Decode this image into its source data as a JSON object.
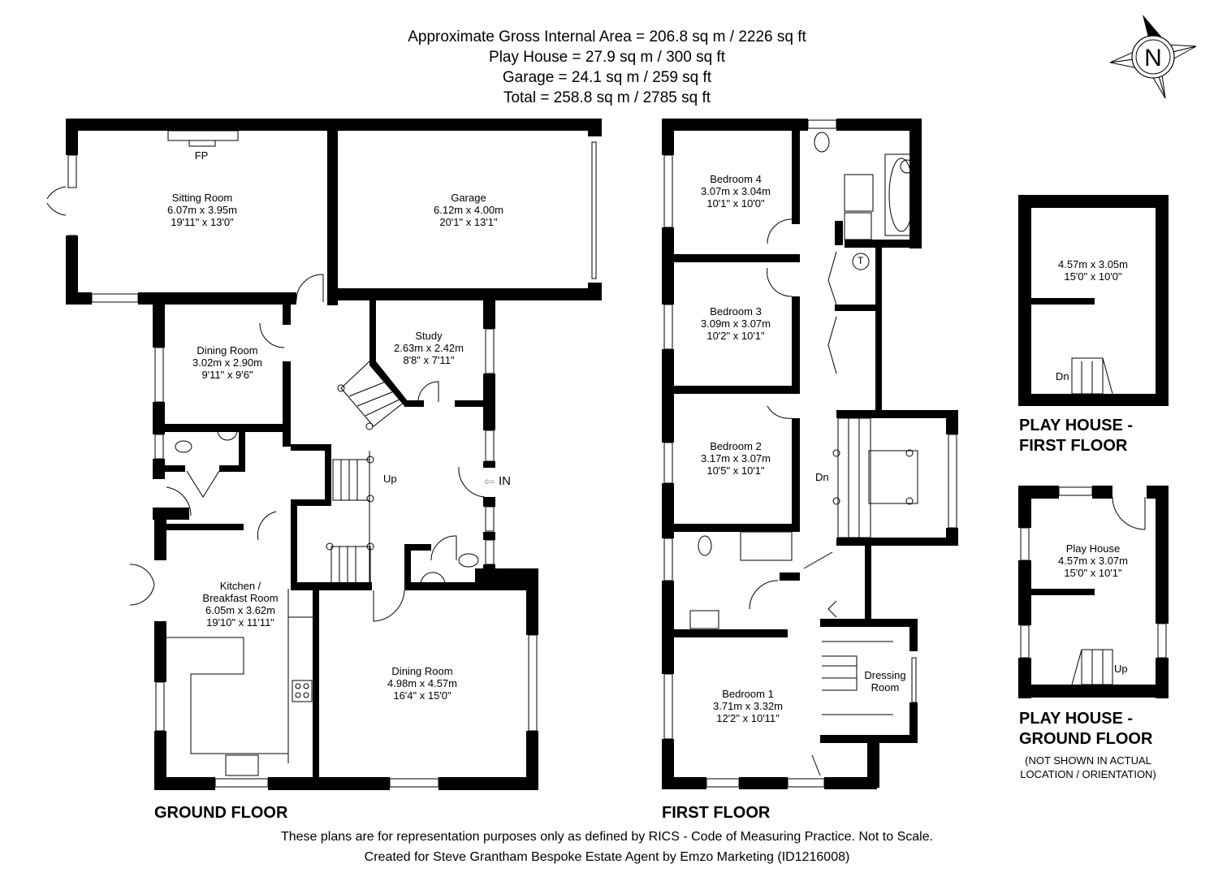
{
  "header": {
    "gross_internal_area": "Approximate Gross Internal Area = 206.8 sq m / 2226 sq ft",
    "play_house_area": "Play House = 27.9 sq m / 300 sq ft",
    "garage_area": "Garage = 24.1 sq m / 259 sq ft",
    "total_area": "Total = 258.8 sq m / 2785 sq ft"
  },
  "compass": {
    "label": "N",
    "icon": "north-compass-icon"
  },
  "ground_floor": {
    "title": "GROUND FLOOR",
    "rooms": [
      {
        "name": "Sitting Room",
        "metric": "6.07m x 3.95m",
        "imperial": "19'11\" x 13'0\""
      },
      {
        "name": "Garage",
        "metric": "6.12m x 4.00m",
        "imperial": "20'1\" x 13'1\""
      },
      {
        "name": "Dining Room",
        "metric": "3.02m x 2.90m",
        "imperial": "9'11\" x 9'6\""
      },
      {
        "name": "Study",
        "metric": "2.63m x 2.42m",
        "imperial": "8'8\" x 7'11\""
      },
      {
        "name": "Kitchen /",
        "name2": "Breakfast Room",
        "metric": "6.05m x 3.62m",
        "imperial": "19'10\" x 11'11\""
      },
      {
        "name": "Dining Room",
        "metric": "4.98m x 4.57m",
        "imperial": "16'4\" x 15'0\""
      }
    ],
    "labels": {
      "fireplace": "FP",
      "stairs_up": "Up",
      "entrance": "IN",
      "entrance_icon": "⇦"
    }
  },
  "first_floor": {
    "title": "FIRST FLOOR",
    "rooms": [
      {
        "name": "Bedroom 4",
        "metric": "3.07m x 3.04m",
        "imperial": "10'1\" x 10'0\""
      },
      {
        "name": "Bedroom 3",
        "metric": "3.09m x 3.07m",
        "imperial": "10'2\" x 10'1\""
      },
      {
        "name": "Bedroom 2",
        "metric": "3.17m x 3.07m",
        "imperial": "10'5\" x 10'1\""
      },
      {
        "name": "Bedroom 1",
        "metric": "3.71m x 3.32m",
        "imperial": "12'2\" x 10'11\""
      },
      {
        "name": "Dressing",
        "name2": "Room"
      }
    ],
    "labels": {
      "stairs_down": "Dn",
      "tank": "T"
    }
  },
  "play_house": {
    "first_floor": {
      "title_line1": "PLAY HOUSE -",
      "title_line2": "FIRST FLOOR",
      "metric": "4.57m x 3.05m",
      "imperial": "15'0\" x 10'0\"",
      "stairs_down": "Dn"
    },
    "ground_floor": {
      "title_line1": "PLAY HOUSE -",
      "title_line2": "GROUND FLOOR",
      "name": "Play House",
      "metric": "4.57m x 3.07m",
      "imperial": "15'0\" x 10'1\"",
      "stairs_up": "Up",
      "note_line1": "(NOT SHOWN IN ACTUAL",
      "note_line2": "LOCATION / ORIENTATION)"
    }
  },
  "footer": {
    "disclaimer": "These plans are for representation purposes only as defined by RICS - Code of Measuring Practice. Not to Scale.",
    "credit": "Created for Steve Grantham Bespoke Estate Agent by Emzo Marketing (ID1216008)"
  },
  "colors": {
    "wall": "#000000",
    "background": "#ffffff",
    "fixture_line": "#555555"
  }
}
